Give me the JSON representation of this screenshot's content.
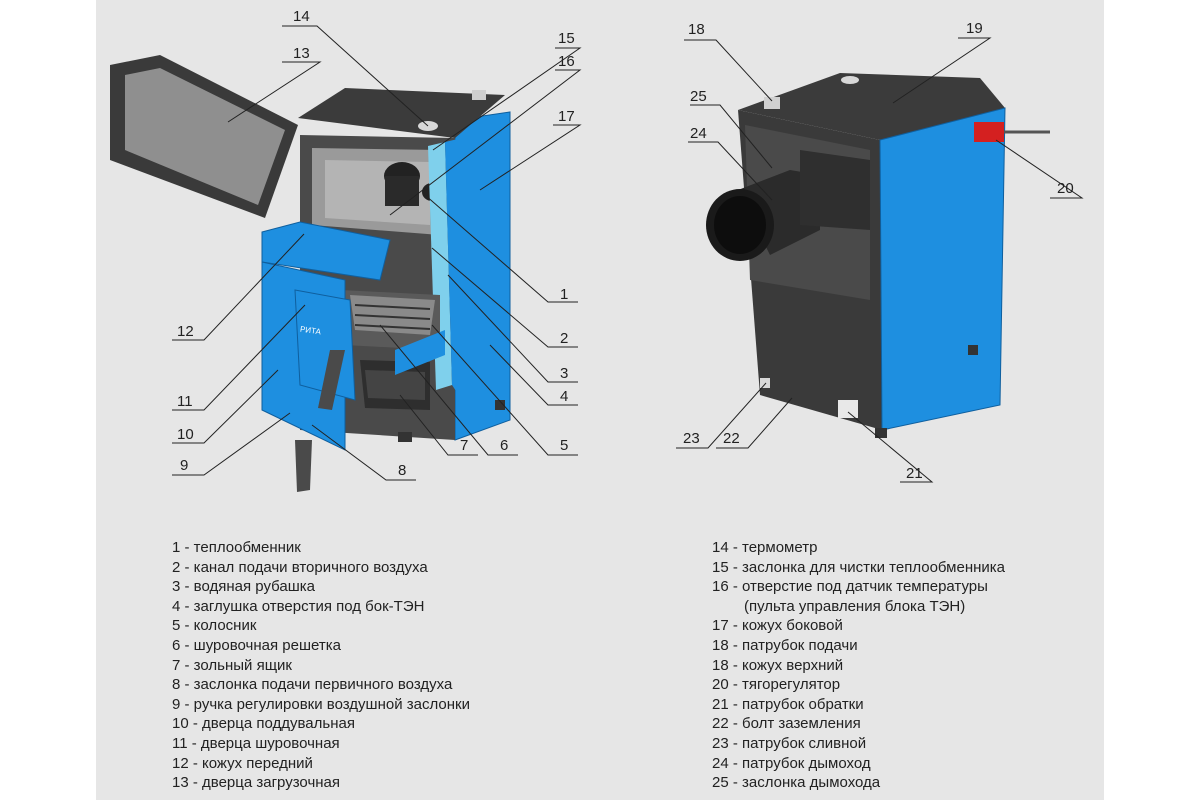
{
  "callouts": {
    "c1": "1",
    "c2": "2",
    "c3": "3",
    "c4": "4",
    "c5": "5",
    "c6": "6",
    "c7": "7",
    "c8": "8",
    "c9": "9",
    "c10": "10",
    "c11": "11",
    "c12": "12",
    "c13": "13",
    "c14": "14",
    "c15": "15",
    "c16": "16",
    "c17": "17",
    "c18": "18",
    "c19": "19",
    "c20": "20",
    "c21": "21",
    "c22": "22",
    "c23": "23",
    "c24": "24",
    "c25": "25"
  },
  "front_plate_text": "РИТА",
  "legend_left": [
    "1 - теплообменник",
    "2 - канал подачи вторичного воздуха",
    "3 - водяная рубашка",
    "4 - заглушка отверстия под бок-ТЭН",
    "5 - колосник",
    "6 - шуровочная решетка",
    "7 - зольный ящик",
    "8 - заслонка подачи первичного воздуха",
    "9 - ручка регулировки воздушной заслонки",
    "10 - дверца поддувальная",
    "11 - дверца шуровочная",
    "12 - кожух передний",
    "13 - дверца загрузочная"
  ],
  "legend_right": [
    "14 - термометр",
    "15 - заслонка для чистки теплообменника",
    "16 - отверстие под датчик температуры",
    "(пульта управления блока ТЭН)",
    "17 - кожух боковой",
    "18 - патрубок подачи",
    "18 - кожух верхний",
    "20 - тягорегулятор",
    "21 - патрубок обратки",
    "22 - болт заземления",
    "23 - патрубок сливной",
    "24 - патрубок дымоход",
    "25 - заслонка дымохода"
  ],
  "colors": {
    "boiler_blue": "#1e8fe0",
    "dark_grey": "#3a3a3a",
    "background": "#e6e6e6",
    "red_regulator": "#d42020"
  }
}
